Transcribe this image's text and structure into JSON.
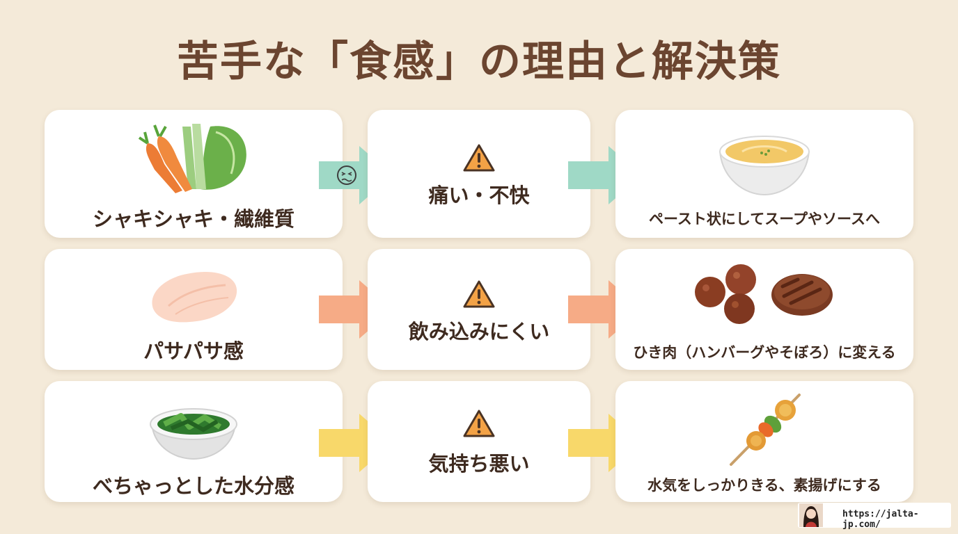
{
  "title": "苦手な「食感」の理由と解決策",
  "rows": [
    {
      "texture": "シャキシャキ・繊維質",
      "texture_icon": "vegetables-icon",
      "problem": "痛い・不快",
      "solution": "ペースト状にしてスープやソースへ",
      "solution_icon": "soup-bowl-icon",
      "arrow_color": "#9fd9c6"
    },
    {
      "texture": "パサパサ感",
      "texture_icon": "chicken-breast-icon",
      "problem": "飲み込みにくい",
      "solution": "ひき肉（ハンバーグやそぼろ）に変える",
      "solution_icon": "meatballs-hamburg-icon",
      "arrow_color": "#f6ab86"
    },
    {
      "texture": "べちゃっとした水分感",
      "texture_icon": "boiled-greens-bowl-icon",
      "problem": "気持ち悪い",
      "solution": "水気をしっかりきる、素揚げにする",
      "solution_icon": "fried-skewer-icon",
      "arrow_color": "#f8d86a"
    }
  ],
  "footer": {
    "url": "https://jalta-jp.com/"
  }
}
